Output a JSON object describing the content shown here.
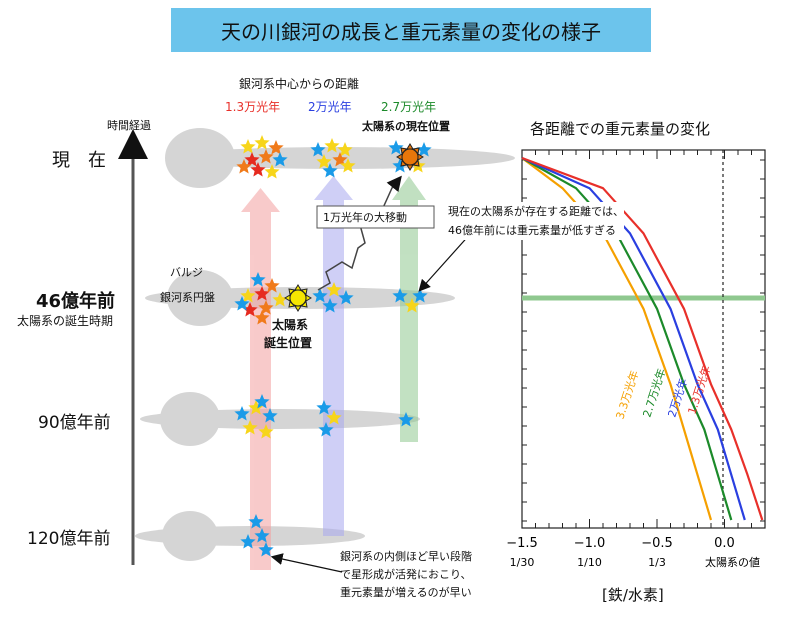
{
  "title": "天の川銀河の成長と重元素量の変化の様子",
  "distance_header": "銀河系中心からの距離",
  "radii": [
    {
      "label": "1.3万光年",
      "color": "#e8302a"
    },
    {
      "label": "2万光年",
      "color": "#2a3fe0"
    },
    {
      "label": "2.7万光年",
      "color": "#1c8a2a"
    }
  ],
  "sun_now_label": "太陽系の現在位置",
  "time_axis_label": "時間経過",
  "epochs": {
    "now": "現　在",
    "e46": "46億年前",
    "e46_sub": "太陽系の誕生時期",
    "e90": "90億年前",
    "e120": "120億年前"
  },
  "bulge_label": "バルジ",
  "disk_label": "銀河系円盤",
  "sun_birth_label_1": "太陽系",
  "sun_birth_label_2": "誕生位置",
  "migration_label": "1万光年の大移動",
  "inner_note": [
    "銀河系の内側ほど早い段階",
    "で星形成が活発におこり、",
    "重元素量が増えるのが早い"
  ],
  "chart_data": {
    "type": "line",
    "title": "各距離での重元素量の変化",
    "xlabel": "[鉄/水素]",
    "xlim": [
      -1.5,
      0.3
    ],
    "x_ticks": [
      -1.5,
      -1.0,
      -0.5,
      0.0
    ],
    "x_tick_labels": [
      "−1.5",
      "−1.0",
      "−0.5",
      "0.0"
    ],
    "x_sub_labels": [
      "1/30",
      "1/10",
      "1/3",
      "太陽系の値"
    ],
    "series": [
      {
        "name": "3.3万光年",
        "color": "#f5a000",
        "x": [
          -1.5,
          -1.2,
          -0.9,
          -0.6,
          -0.4,
          -0.3,
          -0.2,
          -0.1
        ],
        "y_time": [
          12,
          11,
          9.5,
          7,
          4.5,
          3,
          1.5,
          0
        ]
      },
      {
        "name": "2.7万光年",
        "color": "#1c8a2a",
        "x": [
          -1.5,
          -1.1,
          -0.8,
          -0.5,
          -0.3,
          -0.15,
          -0.05,
          0.05
        ],
        "y_time": [
          12,
          11,
          9.5,
          7,
          4.5,
          3,
          1.5,
          0
        ]
      },
      {
        "name": "2万光年",
        "color": "#2a3fe0",
        "x": [
          -1.5,
          -1.0,
          -0.7,
          -0.4,
          -0.2,
          -0.05,
          0.05,
          0.15
        ],
        "y_time": [
          12,
          11,
          9.5,
          7,
          4.5,
          3,
          1.5,
          0
        ]
      },
      {
        "name": "1.3万光年",
        "color": "#e8302a",
        "x": [
          -1.5,
          -0.9,
          -0.6,
          -0.3,
          -0.1,
          0.05,
          0.17,
          0.28
        ],
        "y_time": [
          12,
          11,
          9.5,
          7,
          4.5,
          3,
          1.5,
          0
        ]
      }
    ],
    "highlight_time": 4.6,
    "sun_value": 0.0
  },
  "annotation": [
    "現在の太陽系が存在する距離では、",
    "46億年前には重元素量が低すぎる"
  ]
}
